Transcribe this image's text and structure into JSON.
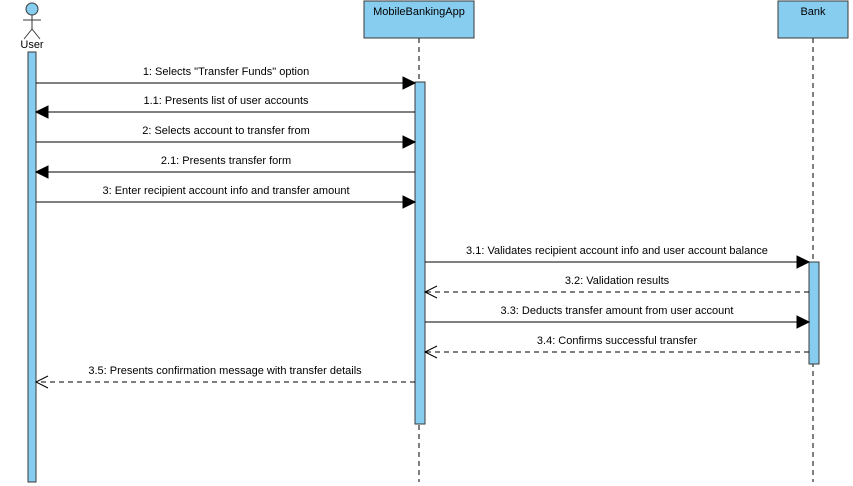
{
  "participants": [
    {
      "id": "user",
      "name": "User",
      "kind": "actor"
    },
    {
      "id": "app",
      "name": "MobileBankingApp",
      "kind": "object"
    },
    {
      "id": "bank",
      "name": "Bank",
      "kind": "object"
    }
  ],
  "messages": [
    {
      "label": "1: Selects \"Transfer Funds\" option",
      "from": "user",
      "to": "app",
      "type": "sync"
    },
    {
      "label": "1.1: Presents list of user accounts",
      "from": "app",
      "to": "user",
      "type": "sync"
    },
    {
      "label": "2: Selects account to transfer from",
      "from": "user",
      "to": "app",
      "type": "sync"
    },
    {
      "label": "2.1: Presents transfer form",
      "from": "app",
      "to": "user",
      "type": "sync"
    },
    {
      "label": "3: Enter recipient account info and transfer amount",
      "from": "user",
      "to": "app",
      "type": "sync"
    },
    {
      "label": "3.1: Validates recipient account info and user account balance",
      "from": "app",
      "to": "bank",
      "type": "sync"
    },
    {
      "label": "3.2: Validation results",
      "from": "bank",
      "to": "app",
      "type": "return"
    },
    {
      "label": "3.3: Deducts transfer amount from user account",
      "from": "app",
      "to": "bank",
      "type": "sync"
    },
    {
      "label": "3.4: Confirms successful transfer",
      "from": "bank",
      "to": "app",
      "type": "return"
    },
    {
      "label": "3.5: Presents confirmation message with transfer details",
      "from": "app",
      "to": "user",
      "type": "return"
    }
  ],
  "colors": {
    "activation": "#87cdf0",
    "box": "#87cdf0",
    "line": "#000000"
  }
}
